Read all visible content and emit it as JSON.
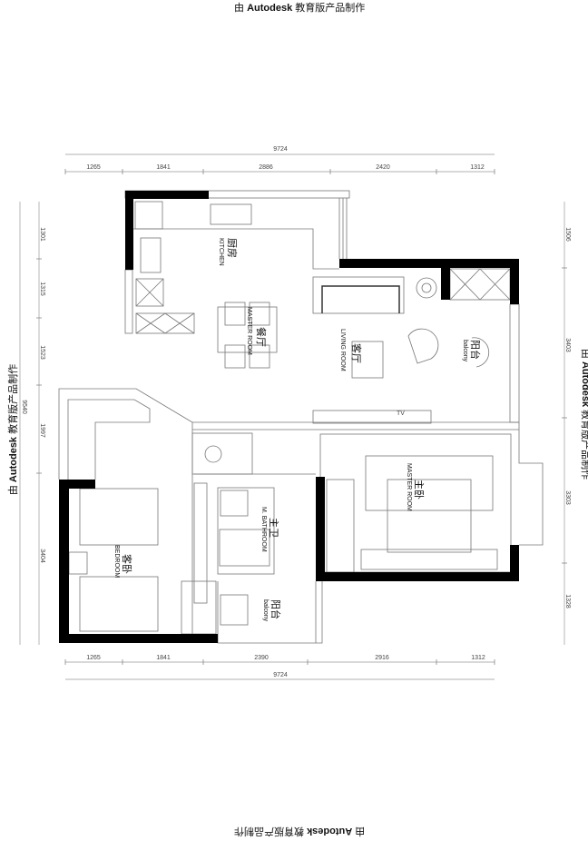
{
  "watermark": {
    "prefix": "由 ",
    "brand": "Autodesk",
    "suffix": " 教育版产品制作"
  },
  "dimensions": {
    "top": {
      "total": "9724",
      "segments": [
        "1265",
        "1841",
        "2886",
        "2420",
        "1312"
      ]
    },
    "bottom": {
      "total": "9724",
      "segments": [
        "1265",
        "1841",
        "2390",
        "2916",
        "1312"
      ]
    },
    "left": {
      "total": "9540",
      "segments": [
        "1301",
        "1315",
        "1523",
        "1997",
        "3404"
      ]
    },
    "right": {
      "segments": [
        "1506",
        "3403",
        "3303",
        "1328"
      ]
    }
  },
  "rooms": {
    "kitchen": {
      "cn": "厨房",
      "en": "KITCHEN"
    },
    "dining": {
      "cn": "餐厅",
      "en": "MASTER ROOM"
    },
    "living": {
      "cn": "客厅",
      "en": "LIVING ROOM"
    },
    "balcony_living": {
      "cn": "阳台",
      "en": "balcony"
    },
    "master_bedroom": {
      "cn": "主卧",
      "en": "MASTER ROOM"
    },
    "master_bathroom": {
      "cn": "主卫",
      "en": "M. BATHROOM"
    },
    "guest_bedroom": {
      "cn": "客卧",
      "en": "BEDROOM"
    },
    "balcony_bath": {
      "cn": "阳台",
      "en": "balcony"
    }
  },
  "tv_label": "TV",
  "colors": {
    "wall": "#000000",
    "line": "#888888"
  }
}
